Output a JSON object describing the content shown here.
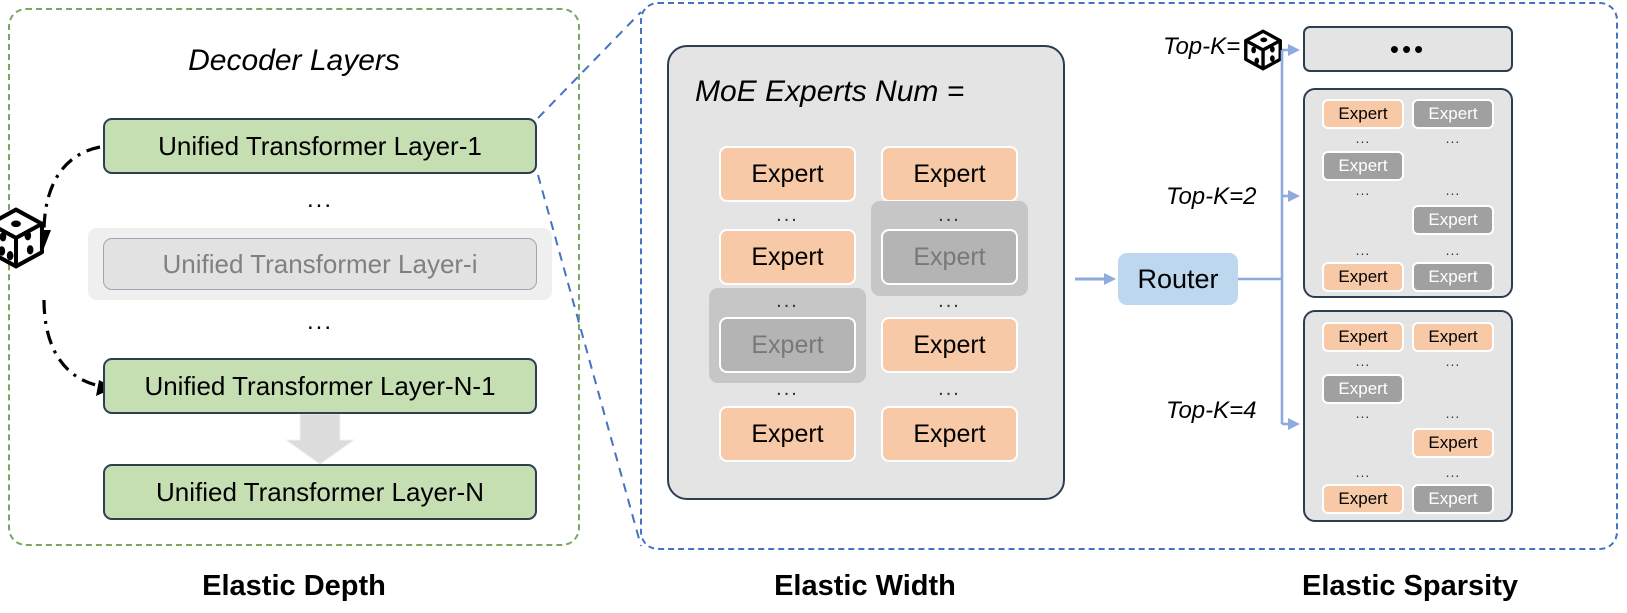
{
  "panels": {
    "depth": {
      "caption": "Elastic Depth",
      "title": "Decoder Layers",
      "border_color": "#7aa661"
    },
    "right": {
      "border_color": "#4472c4"
    },
    "width": {
      "caption": "Elastic Width"
    },
    "sparsity": {
      "caption": "Elastic Sparsity"
    }
  },
  "decoder": {
    "title": "Decoder Layers",
    "layers": [
      {
        "label": "Unified  Transformer Layer-1",
        "state": "active"
      },
      {
        "label": "Unified  Transformer Layer-i",
        "state": "dimmed"
      },
      {
        "label": "Unified  Transformer Layer-N-1",
        "state": "active"
      },
      {
        "label": "Unified  Transformer Layer-N",
        "state": "active"
      }
    ],
    "ellipsis": "...",
    "dice_icon": "dice-icon"
  },
  "moe": {
    "title_text": "MoE Experts Num = ",
    "dice_icon": "dice-icon",
    "ellipsis": "...",
    "experts": [
      {
        "label": "Expert",
        "state": "active"
      },
      {
        "label": "Expert",
        "state": "active"
      },
      {
        "label": "Expert",
        "state": "active"
      },
      {
        "label": "Expert",
        "state": "inactive"
      },
      {
        "label": "Expert",
        "state": "inactive"
      },
      {
        "label": "Expert",
        "state": "active"
      },
      {
        "label": "Expert",
        "state": "active"
      },
      {
        "label": "Expert",
        "state": "active"
      }
    ]
  },
  "sparsity": {
    "router_label": "Router",
    "dots": "•••",
    "ellipsis": "...",
    "topk_labels": [
      {
        "text": "Top-K=",
        "has_dice": true
      },
      {
        "text": "Top-K=2",
        "has_dice": false
      },
      {
        "text": "Top-K=4",
        "has_dice": false
      }
    ],
    "grid_k2": [
      {
        "label": "Expert",
        "state": "active"
      },
      {
        "label": "Expert",
        "state": "inactive"
      },
      {
        "label": "Expert",
        "state": "inactive"
      },
      {
        "label": "Expert",
        "state": "inactive"
      },
      {
        "label": "Expert",
        "state": "active"
      },
      {
        "label": "Expert",
        "state": "inactive"
      }
    ],
    "grid_k4": [
      {
        "label": "Expert",
        "state": "active"
      },
      {
        "label": "Expert",
        "state": "active"
      },
      {
        "label": "Expert",
        "state": "inactive"
      },
      {
        "label": "Expert",
        "state": "active"
      },
      {
        "label": "Expert",
        "state": "active"
      },
      {
        "label": "Expert",
        "state": "inactive"
      }
    ]
  },
  "colors": {
    "expert_active": "#f7c9a6",
    "expert_inactive": "#b4b4b4",
    "layer_active": "#c5dfb3",
    "layer_dimmed": "#e2e2e2",
    "router": "#bdd7ee",
    "card_bg": "#e4e4e4",
    "card_border": "#2c3e50",
    "arrow": "#8faadc",
    "depth_dash": "#7aa661",
    "right_dash": "#4472c4"
  }
}
